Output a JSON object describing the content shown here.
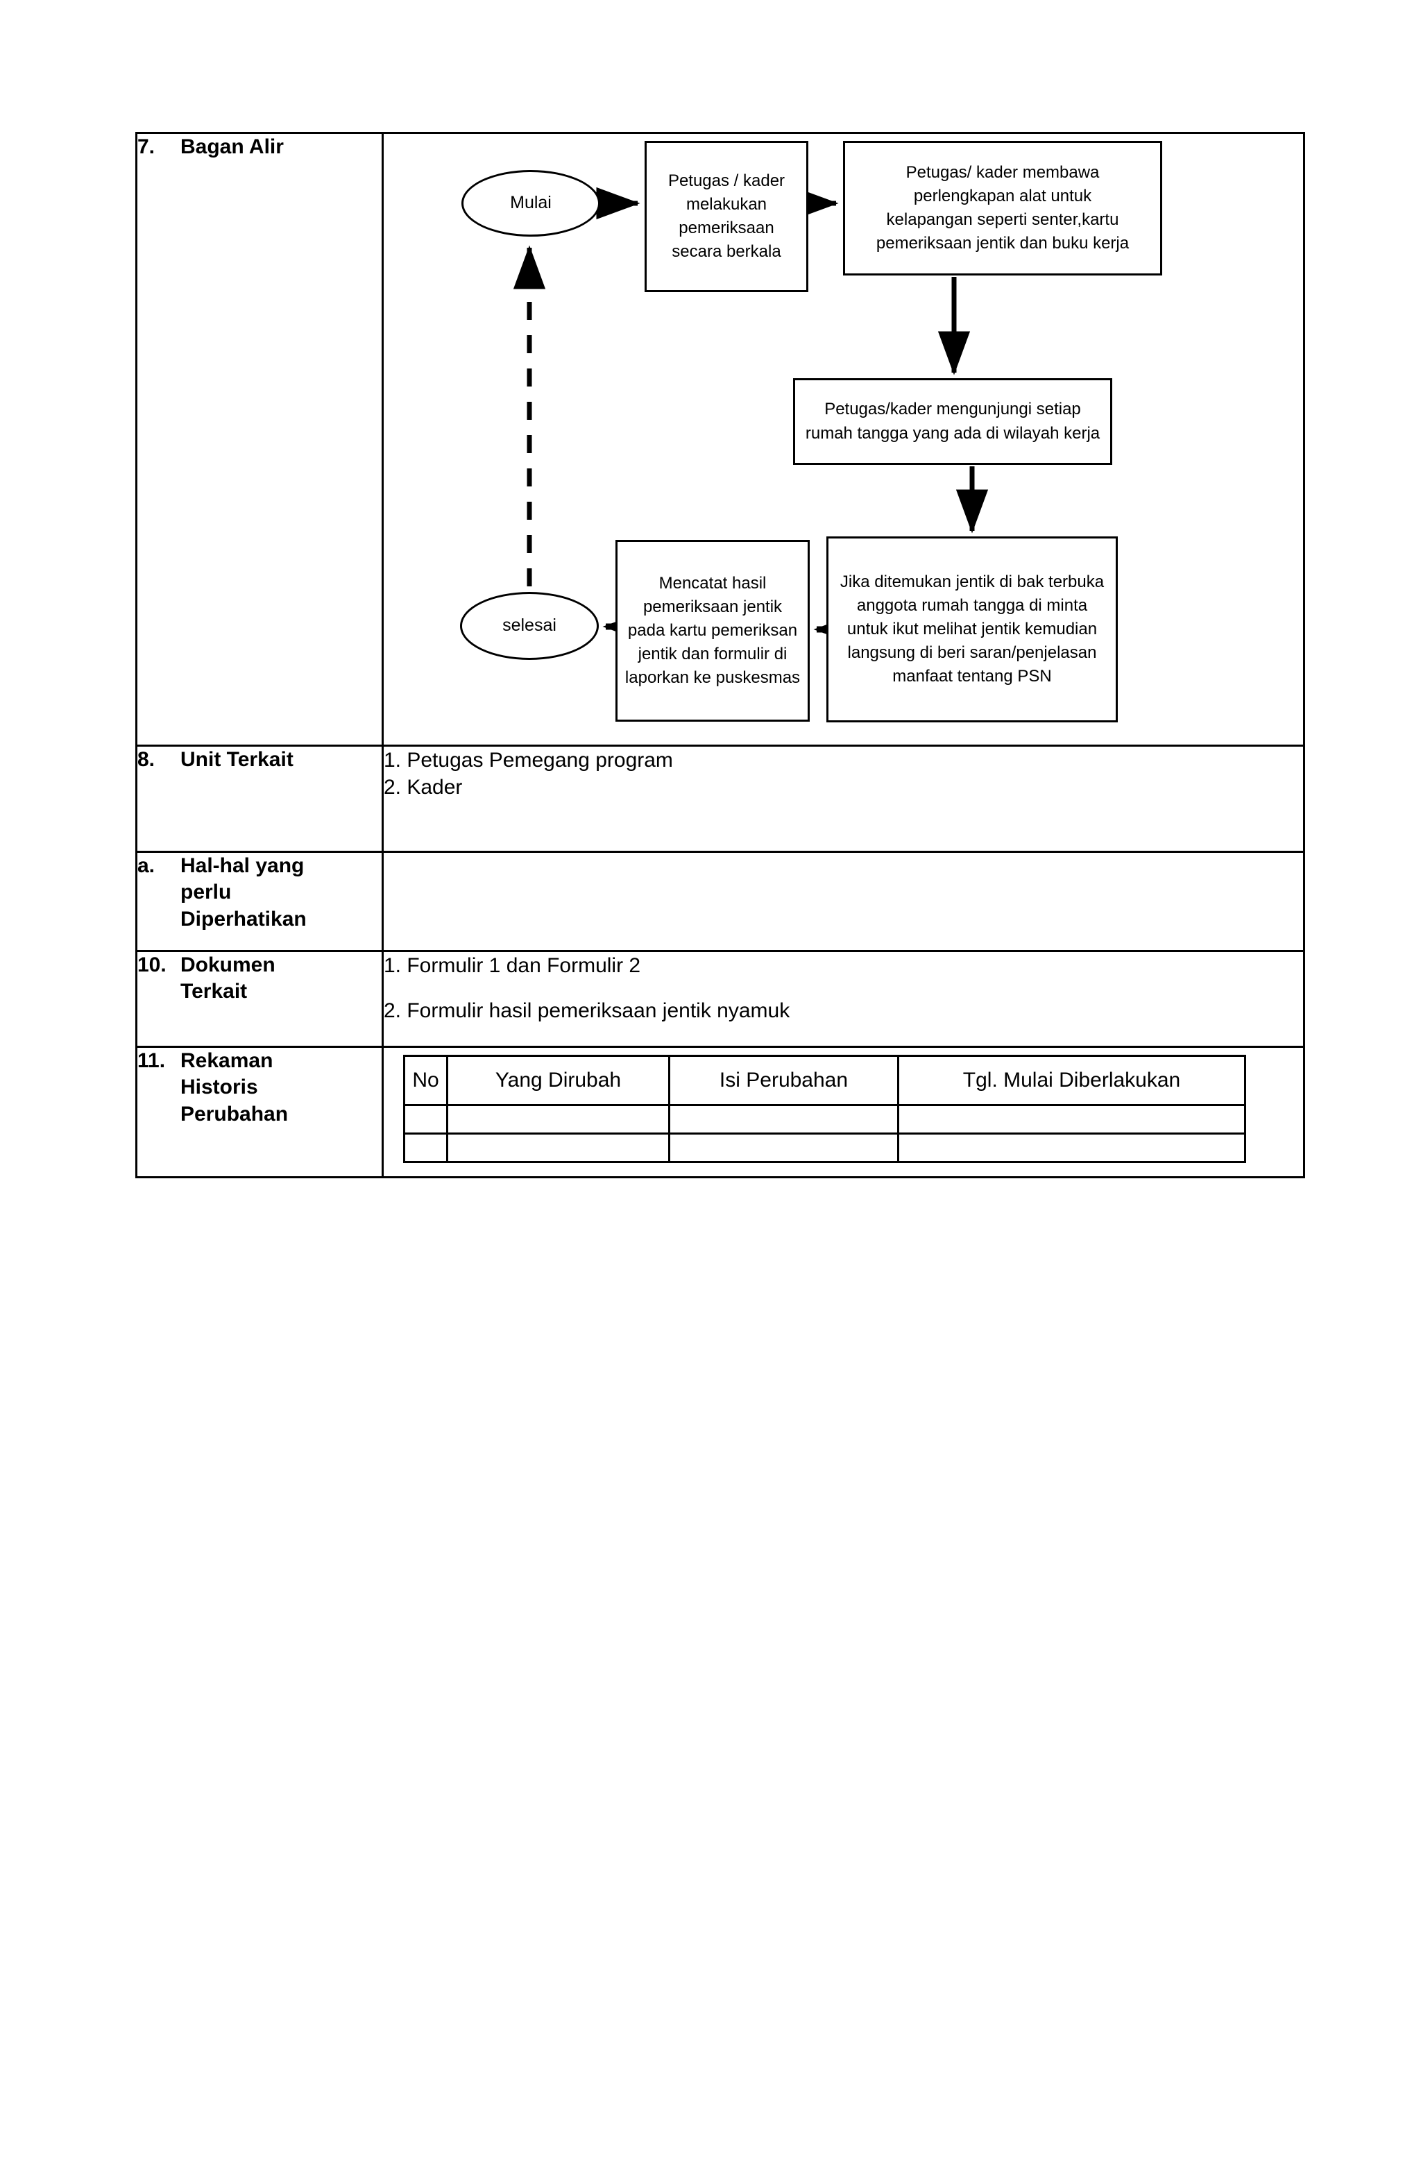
{
  "document": {
    "type": "sop-procedure-table",
    "rows": [
      {
        "number": "7.",
        "label": "Bagan Alir",
        "kind": "flowchart"
      },
      {
        "number": "8.",
        "label": "Unit Terkait",
        "kind": "list",
        "items": [
          "1.  Petugas Pemegang program",
          "2.  Kader"
        ]
      },
      {
        "number": "a.",
        "label": "Hal-hal yang perlu Diperhatikan",
        "kind": "empty",
        "items": []
      },
      {
        "number": "10.",
        "label": "Dokumen Terkait",
        "kind": "list",
        "items": [
          "1. Formulir 1 dan Formulir 2",
          "2. Formulir hasil pemeriksaan jentik nyamuk"
        ]
      },
      {
        "number": "11.",
        "label": "Rekaman Historis Perubahan",
        "kind": "history-table"
      }
    ]
  },
  "labels": {
    "bagan_alir": {
      "num": "7.",
      "text": "Bagan  Alir"
    },
    "unit_terkait": {
      "num": "8.",
      "text": "Unit Terkait"
    },
    "hal_hal": {
      "num": "a.",
      "line1": "Hal-hal yang",
      "line2": "perlu",
      "line3": "Diperhatikan"
    },
    "dokumen_terkait": {
      "num": "10.",
      "line1": "Dokumen",
      "line2": "Terkait"
    },
    "rekaman": {
      "num": "11.",
      "line1": "Rekaman",
      "line2": "Historis",
      "line3": "Perubahan"
    }
  },
  "unit_terkait": {
    "item1": "1.  Petugas Pemegang program",
    "item2": "2.  Kader"
  },
  "dokumen_terkait": {
    "item1": "1. Formulir 1 dan Formulir 2",
    "item2": "2. Formulir hasil pemeriksaan jentik nyamuk"
  },
  "flowchart": {
    "nodes": {
      "mulai": {
        "shape": "ellipse",
        "text": "Mulai"
      },
      "berkala": {
        "shape": "box",
        "lines": [
          "Petugas / kader",
          "melakukan",
          "pemeriksaan",
          "secara berkala"
        ]
      },
      "perlengkapan": {
        "shape": "box",
        "lines": [
          "Petugas/ kader membawa",
          "perlengkapan  alat untuk",
          "kelapangan  seperti senter,kartu",
          "pemeriksaan jentik dan buku kerja"
        ]
      },
      "kunjungi": {
        "shape": "box",
        "lines": [
          "Petugas/kader  mengunjungi  setiap",
          "rumah tangga yang ada di wilayah kerja"
        ]
      },
      "jika": {
        "shape": "box",
        "lines": [
          "Jika ditemukan  jentik di bak terbuka",
          "anggota rumah tangga  di minta",
          "untuk ikut melihat jentik kemudian",
          "langsung di beri saran/penjelasan",
          "manfaat  tentang PSN"
        ]
      },
      "mencatat": {
        "shape": "box",
        "lines": [
          "Mencatat  hasil",
          "pemeriksaan  jentik",
          "pada kartu pemeriksan",
          "jentik  dan formulir di",
          "laporkan  ke puskesmas"
        ]
      },
      "selesai": {
        "shape": "ellipse",
        "text": "selesai"
      }
    },
    "edges": [
      {
        "from": "mulai",
        "to": "berkala",
        "style": "solid",
        "direction": "right"
      },
      {
        "from": "berkala",
        "to": "perlengkapan",
        "style": "solid",
        "direction": "right"
      },
      {
        "from": "perlengkapan",
        "to": "kunjungi",
        "style": "solid",
        "direction": "down"
      },
      {
        "from": "kunjungi",
        "to": "jika",
        "style": "solid",
        "direction": "down"
      },
      {
        "from": "jika",
        "to": "mencatat",
        "style": "solid",
        "direction": "left"
      },
      {
        "from": "mencatat",
        "to": "selesai",
        "style": "solid",
        "direction": "left"
      },
      {
        "from": "selesai",
        "to": "mulai",
        "style": "dashed",
        "direction": "up"
      }
    ]
  },
  "history_table": {
    "headers": {
      "no": "No",
      "yang_dirubah": "Yang  Dirubah",
      "isi_perubahan": "Isi Perubahan",
      "tgl_mulai": "Tgl. Mulai Diberlakukan"
    },
    "rows": [
      {
        "no": "",
        "yang_dirubah": "",
        "isi_perubahan": "",
        "tgl_mulai": ""
      },
      {
        "no": "",
        "yang_dirubah": "",
        "isi_perubahan": "",
        "tgl_mulai": ""
      }
    ]
  },
  "colors": {
    "border": "#000000",
    "text": "#000000",
    "page_background": "#ffffff"
  }
}
